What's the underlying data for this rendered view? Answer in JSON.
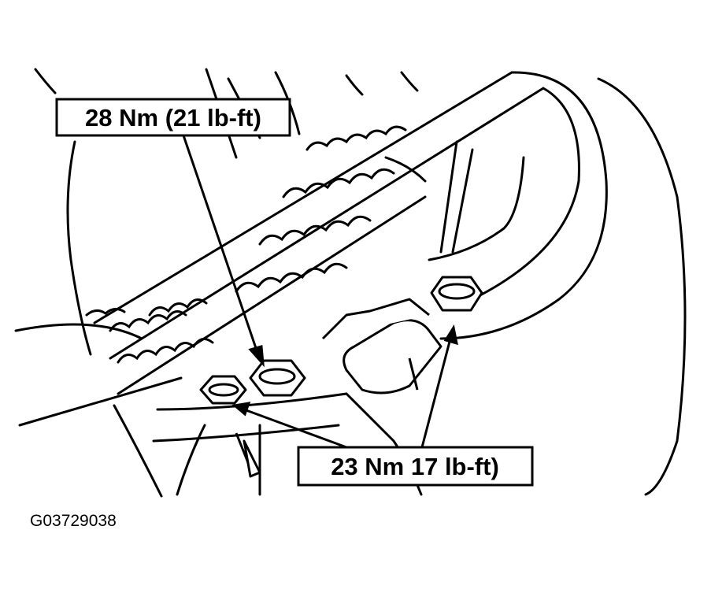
{
  "diagram": {
    "callouts": {
      "upper_torque": "28 Nm (21 lb-ft)",
      "lower_torque": "23 Nm 17 lb-ft)"
    },
    "figure_id": "G03729038",
    "colors": {
      "ink": "#000000",
      "paper": "#ffffff"
    }
  }
}
